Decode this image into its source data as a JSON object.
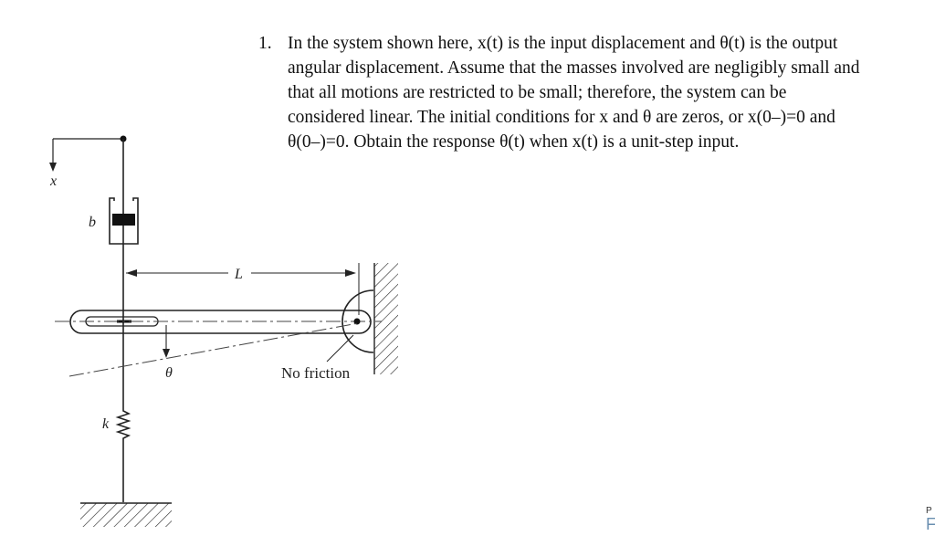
{
  "problem": {
    "number": "1.",
    "lines": [
      "In the system shown here, x(t) is the input displacement and θ(t) is the output",
      "angular displacement. Assume that the masses involved are negligibly small and",
      "that all motions are restricted to be small; therefore, the system can be",
      "considered linear. The initial conditions for x and θ are zeros, or x(0–)=0 and",
      "θ(0–)=0. Obtain the response θ(t) when x(t) is a unit-step input."
    ]
  },
  "diagram": {
    "labels": {
      "x": "x",
      "b": "b",
      "L": "L",
      "theta": "θ",
      "k": "k",
      "no_friction": "No friction"
    }
  },
  "edge": {
    "top": "P",
    "bottom": "F"
  }
}
